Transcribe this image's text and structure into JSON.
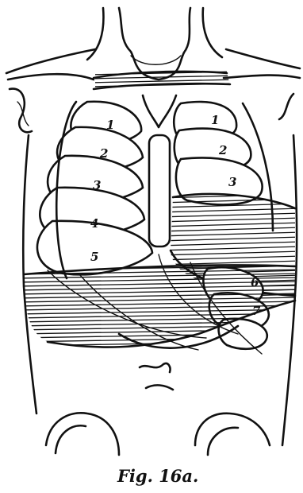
{
  "caption": "Fig. 16a.",
  "rib_labels_right": [
    "1",
    "2",
    "3",
    "4",
    "5"
  ],
  "rib_labels_left": [
    "1",
    "2",
    "3"
  ],
  "lower_rib_labels": [
    "6",
    "7"
  ]
}
